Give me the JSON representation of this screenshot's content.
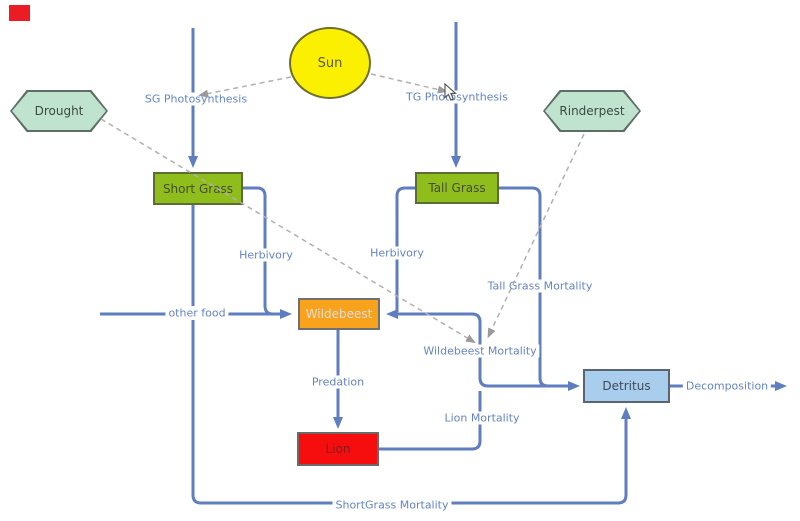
{
  "diagram": {
    "nodes": {
      "sun": {
        "label": "Sun",
        "shape": "ellipse",
        "fill": "#FBF000"
      },
      "drought": {
        "label": "Drought",
        "shape": "hexagon",
        "fill": "#C0E3D0"
      },
      "rinderpest": {
        "label": "Rinderpest",
        "shape": "hexagon",
        "fill": "#C0E3D0"
      },
      "short_grass": {
        "label": "Short Grass",
        "shape": "rect",
        "fill": "#8FBE1C"
      },
      "tall_grass": {
        "label": "Tall Grass",
        "shape": "rect",
        "fill": "#8FBE1C"
      },
      "wildebeest": {
        "label": "Wildebeest",
        "shape": "rect",
        "fill": "#F9A21C"
      },
      "lion": {
        "label": "Lion",
        "shape": "rect",
        "fill": "#F60D0D"
      },
      "detritus": {
        "label": "Detritus",
        "shape": "rect",
        "fill": "#A9CDED"
      }
    },
    "flow_labels": {
      "sg_photosynthesis": {
        "label": "SG Photosynthesis"
      },
      "tg_photosynthesis": {
        "label": "TG Photosynthesis"
      },
      "herbivory_sg": {
        "label": "Herbivory"
      },
      "herbivory_tg": {
        "label": "Herbivory"
      },
      "other_food": {
        "label": "other food"
      },
      "tall_grass_mortality": {
        "label": "Tall Grass Mortality"
      },
      "wildebeest_mortality": {
        "label": "Wildebeest Mortality"
      },
      "predation": {
        "label": "Predation"
      },
      "lion_mortality": {
        "label": "Lion Mortality"
      },
      "decomposition": {
        "label": "Decomposition"
      },
      "shortgrass_mortality": {
        "label": "ShortGrass Mortality"
      }
    },
    "colors": {
      "flow_line": "#5F7EBF",
      "label_text": "#6484C4",
      "connector_dashed": "#B0B0B0",
      "background": "#FFFFFF",
      "marker_red": "#EC1C24"
    }
  }
}
